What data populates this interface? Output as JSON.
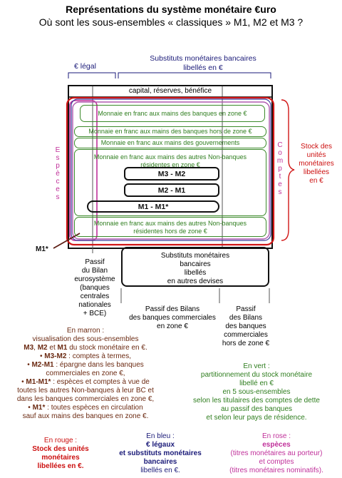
{
  "title": "Représentations du système monétaire €uro",
  "subtitle": "Où sont les sous-ensembles « classiques » M1, M2 et M3 ?",
  "top_labels": {
    "euro_legal": "€ légal",
    "substituts_line1": "Substituts monétaires bancaires",
    "substituts_line2": "libellés en €"
  },
  "capital": "capital, réserves, bénéfice",
  "green_boxes": {
    "g1": "Monnaie en franc aux mains des banques en zone €",
    "g2": "Monnaie en franc aux mains des banques hors de zone €",
    "g3": "Monnaie en franc aux mains des gouvernements",
    "g4_line1": "Monnaie en franc aux mains des autres Non-banques",
    "g4_line2": "résidentes en zone €",
    "g5_line1": "Monnaie en franc aux mains des autres Non-banques",
    "g5_line2": "résidentes hors de zone €"
  },
  "black_boxes": {
    "m3m2": "M3 - M2",
    "m2m1": "M2 - M1",
    "m1m1": "M1 - M1*",
    "m1star": "M1*"
  },
  "especes": "Espèces",
  "comptes": "Comptes",
  "stock_label": [
    "Stock des",
    "unités",
    "monétaires",
    "libellées",
    "en €"
  ],
  "substituts_devises": [
    "Substituts monétaires",
    "bancaires",
    "libellés",
    "en autres devises"
  ],
  "passif_eurosysteme": [
    "Passif",
    "du Bilan",
    "eurosystème",
    "(banques",
    "centrales",
    "nationales",
    "+ BCE)"
  ],
  "passif_banques_zone": [
    "Passif des Bilans",
    "des banques commerciales",
    "en zone €"
  ],
  "passif_banques_hors": [
    "Passif",
    "des Bilans",
    "des banques",
    "commerciales",
    "hors de zone €"
  ],
  "legend_marron": {
    "head": "En marron :",
    "l1": "visualisation des sous-ensembles",
    "l2_a": "M3",
    "l2_b": ", ",
    "l2_c": "M2",
    "l2_d": " et ",
    "l2_e": "M1",
    "l2_f": " du stock monétaire en €.",
    "b1_bold": "M3-M2",
    "b1_rest": " : comptes à termes,",
    "b2_bold": "M2-M1",
    "b2_rest": " : épargne dans les banques",
    "b2_rest2": "commerciales en zone €,",
    "b3_bold": "M1-M1*",
    "b3_rest": " : espèces et comptes à vue de",
    "b3_rest2": "toutes les autres Non-banques à leur BC et",
    "b3_rest3": "dans les banques commerciales en zone €,",
    "b4_bold": "M1*",
    "b4_rest": " : toutes espèces en circulation",
    "b4_rest2": "sauf aux mains des banques en zone €."
  },
  "legend_vert": {
    "head": "En vert :",
    "lines": [
      "partitionnement du stock monétaire",
      "libellé en €",
      "en 5 sous-ensembles",
      "selon les titulaires des comptes de dette",
      "au passif des banques",
      "et selon leur pays de résidence."
    ]
  },
  "legend_rouge": {
    "head": "En rouge :",
    "lines": [
      "Stock des unités",
      "monétaires",
      "libellées en €."
    ]
  },
  "legend_bleu": {
    "head": "En bleu :",
    "l1": "€ légaux",
    "l2": "et substituts monétaires",
    "l3": "bancaires",
    "l4": "libellés en €."
  },
  "legend_rose": {
    "head": "En rose :",
    "l1": "espèces",
    "l2": "(titres monétaires au porteur)",
    "l3": "et comptes",
    "l4": "(titres monétaires nominatifs)."
  },
  "colors": {
    "green": "#2e7d1e",
    "blue": "#1a1a78",
    "red": "#cc1010",
    "pink": "#c0309a",
    "brown": "#6b2a12"
  }
}
